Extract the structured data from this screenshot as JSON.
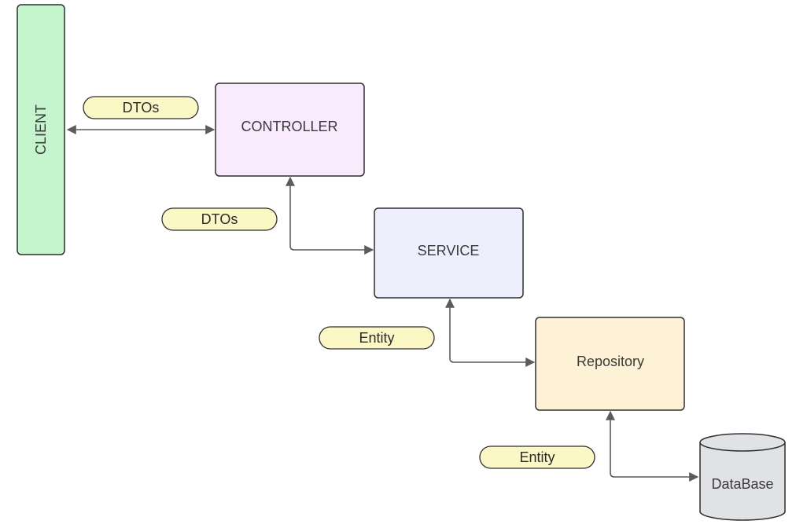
{
  "diagram": {
    "nodes": {
      "client": {
        "label": "CLIENT",
        "fill": "#c4f5cc"
      },
      "controller": {
        "label": "CONTROLLER",
        "fill": "#f9ebfd"
      },
      "service": {
        "label": "SERVICE",
        "fill": "#eeeffd"
      },
      "repository": {
        "label": "Repository",
        "fill": "#fdf2d6"
      },
      "database": {
        "label": "DataBase",
        "fill": "#e0e2e6"
      }
    },
    "edge_labels": {
      "client_controller": "DTOs",
      "controller_service": "DTOs",
      "service_repository": "Entity",
      "repository_database": "Entity"
    },
    "colors": {
      "stroke": "#2f2f2f",
      "arrow": "#5c5c5c",
      "pill_fill": "#fbf8c6"
    }
  }
}
